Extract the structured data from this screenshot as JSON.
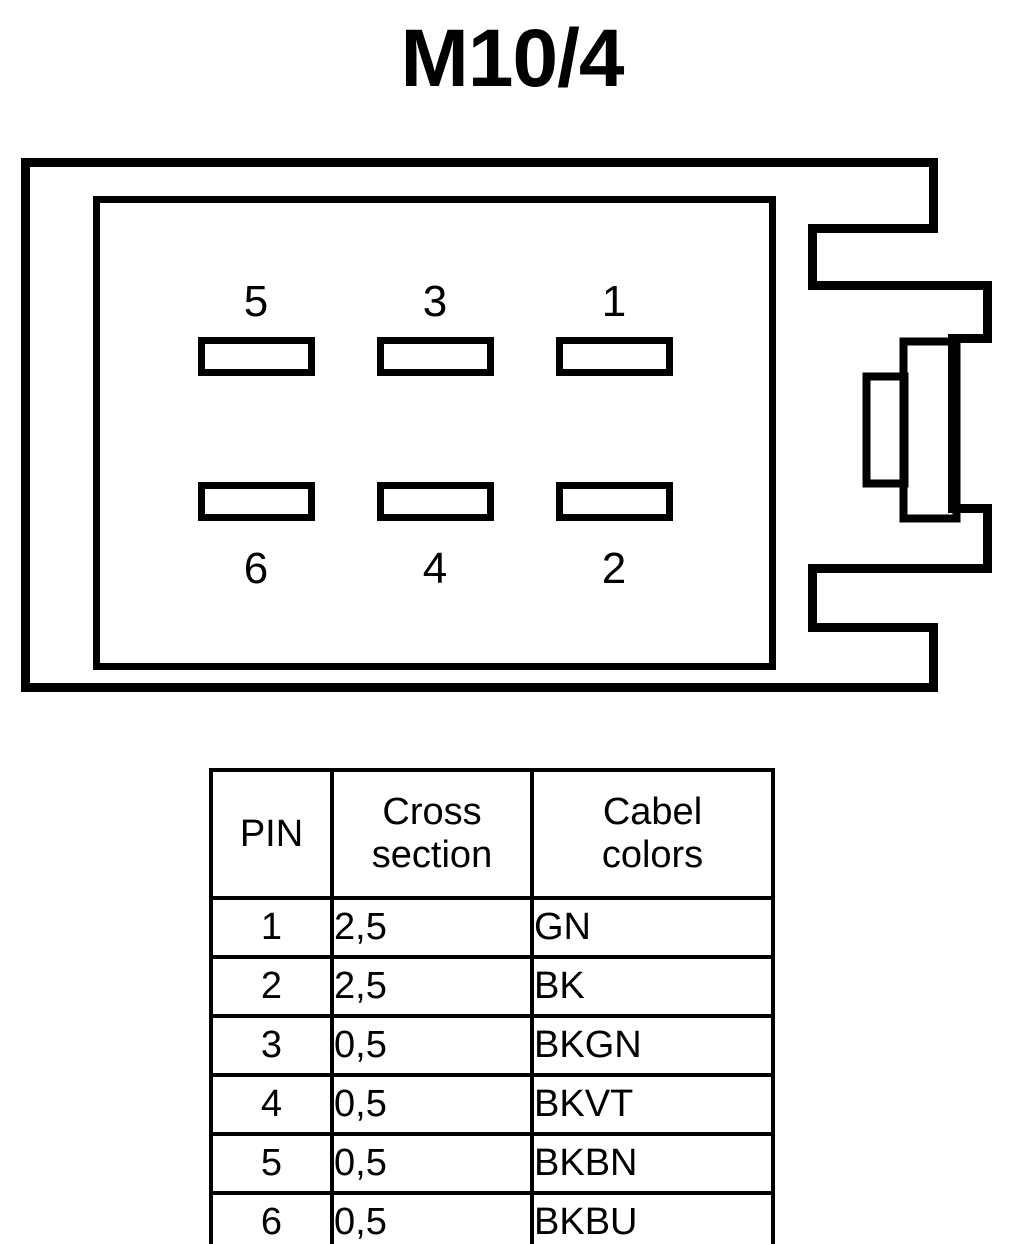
{
  "title": "M10/4",
  "connector": {
    "name": "connector-front-view",
    "pins": [
      {
        "number": "5",
        "row": "top",
        "col": 0
      },
      {
        "number": "3",
        "row": "top",
        "col": 1
      },
      {
        "number": "1",
        "row": "top",
        "col": 2
      },
      {
        "number": "6",
        "row": "bottom",
        "col": 0
      },
      {
        "number": "4",
        "row": "bottom",
        "col": 1
      },
      {
        "number": "2",
        "row": "bottom",
        "col": 2
      }
    ],
    "pin_labels": {
      "p5": "5",
      "p3": "3",
      "p1": "1",
      "p6": "6",
      "p4": "4",
      "p2": "2"
    },
    "stroke_color": "#000000",
    "fill_color": "#ffffff"
  },
  "table": {
    "headers": {
      "pin": "PIN",
      "cross_section_line1": "Cross",
      "cross_section_line2": "section",
      "cabel_colors_line1": "Cabel",
      "cabel_colors_line2": "colors"
    },
    "rows": [
      {
        "pin": "1",
        "cross_section": "2,5",
        "cabel_color": "GN"
      },
      {
        "pin": "2",
        "cross_section": "2,5",
        "cabel_color": "BK"
      },
      {
        "pin": "3",
        "cross_section": "0,5",
        "cabel_color": "BKGN"
      },
      {
        "pin": "4",
        "cross_section": "0,5",
        "cabel_color": "BKVT"
      },
      {
        "pin": "5",
        "cross_section": "0,5",
        "cabel_color": "BKBN"
      },
      {
        "pin": "6",
        "cross_section": "0,5",
        "cabel_color": "BKBU"
      }
    ]
  }
}
